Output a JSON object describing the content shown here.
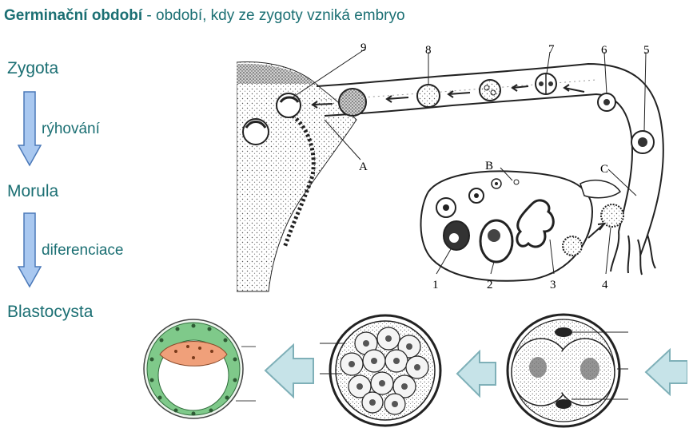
{
  "title": {
    "bold": "Germinační období",
    "rest": " - období, kdy ze zygoty vzniká embryo"
  },
  "stages": {
    "zygota": "Zygota",
    "ryhovani": "rýhování",
    "morula": "Morula",
    "diferenciace": "diferenciace",
    "blastocysta": "Blastocysta"
  },
  "diagram_labels": {
    "n9": "9",
    "n8": "8",
    "n7": "7",
    "n6": "6",
    "n5": "5",
    "n1": "1",
    "n2": "2",
    "n3": "3",
    "n4": "4",
    "A": "A",
    "B": "B",
    "C": "C"
  },
  "colors": {
    "text_teal": "#1b6f73",
    "arrow_fill": "#a9c8f0",
    "arrow_stroke": "#4a78b8",
    "big_arrow_fill": "#c6e3e8",
    "big_arrow_stroke": "#7fb0b8",
    "cell_green": "#7fc98a",
    "inner_cell_orange": "#f0a07a"
  }
}
